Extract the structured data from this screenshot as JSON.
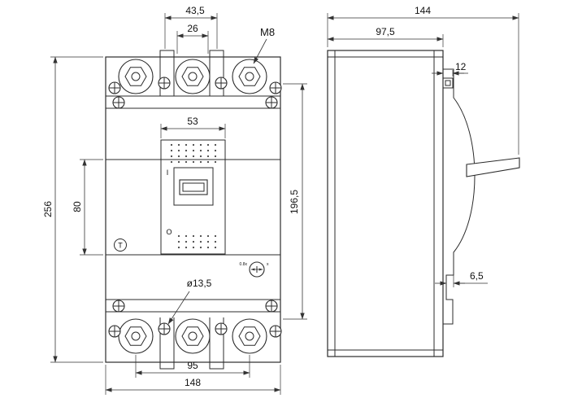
{
  "drawing": {
    "front": {
      "dims": {
        "top_group": "43,5",
        "top_inner": "26",
        "thread": "M8",
        "mech_width": "53",
        "height_overall": "256",
        "height_cover": "80",
        "height_mount": "196,5",
        "hole_dia": "ø13,5",
        "terminal_span": "95",
        "width_overall": "148"
      },
      "marks": {
        "on": "I",
        "off": "O",
        "test": "T",
        "dial_left": "0.8x",
        "dial_right": "x"
      }
    },
    "side": {
      "dims": {
        "depth_overall": "144",
        "depth_body": "97,5",
        "tab": "12",
        "step": "6,5"
      }
    }
  }
}
